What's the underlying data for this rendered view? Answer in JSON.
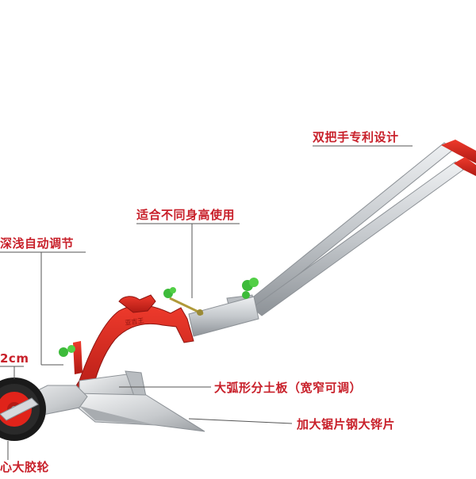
{
  "labels": {
    "double_handle": "双把手专利设计",
    "height_adjust": "适合不同身高使用",
    "depth_adjust": "深浅自动调节",
    "wheel_size": "2cm",
    "soil_board": "大弧形分土板（宽窄可调）",
    "blade": "加大锯片钢大铧片",
    "wheel": "心大胶轮"
  },
  "colors": {
    "frame_red": "#d5261c",
    "steel": "#c9ccd0",
    "knob_green": "#3dbb3a",
    "label_red": "#c8202a",
    "leader_line": "#555555"
  }
}
